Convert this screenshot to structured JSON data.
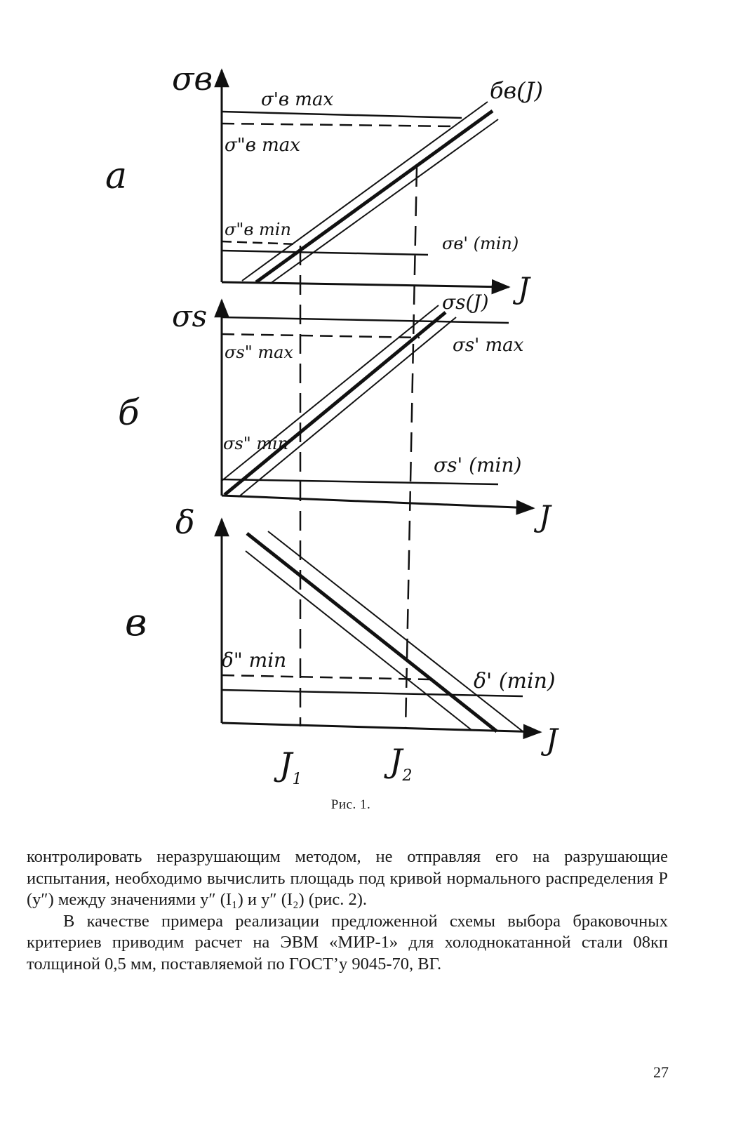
{
  "figure": {
    "panel_a": {
      "panel_label": "а",
      "y_axis_label": "σв",
      "x_axis_label": "J",
      "line_max1": "σ'в max",
      "line_max2": "σ\"в max",
      "line_min2": "σ\"в min",
      "line_min1": "σв' (min)",
      "band_label": "бв(J)"
    },
    "panel_b": {
      "panel_label": "б",
      "y_axis_label": "σs",
      "x_axis_label": "J",
      "line_max2": "σs\" max",
      "line_max1": "σs' max",
      "line_min2": "σs\" min",
      "line_min1": "σs' (min)",
      "band_label": "σs(J)"
    },
    "panel_c": {
      "panel_label": "в",
      "y_axis_label": "δ",
      "x_axis_label": "J",
      "line_min2": "δ\" min",
      "line_min1": "δ' (min)"
    },
    "x_markers": {
      "j1": "J",
      "j1_sub": "1",
      "j2": "J",
      "j2_sub": "2"
    },
    "caption": "Рис. 1."
  },
  "text": {
    "paragraph1": "контролировать неразрушающим методом, не отправляя его на разрушающие испытания, необходимо вычислить площадь под кривой нормального распределения P (y″) между значениями y″ (I₁) и y″ (I₂) (рис. 2).",
    "paragraph2": "В качестве примера реализации предложенной схемы выбора браковочных критериев приводим расчет на ЭВМ «МИР-1» для холоднокатанной стали 08кп толщиной 0,5 мм, поставляемой по ГОСТ’у 9045-70, ВГ."
  },
  "page_number": "27"
}
